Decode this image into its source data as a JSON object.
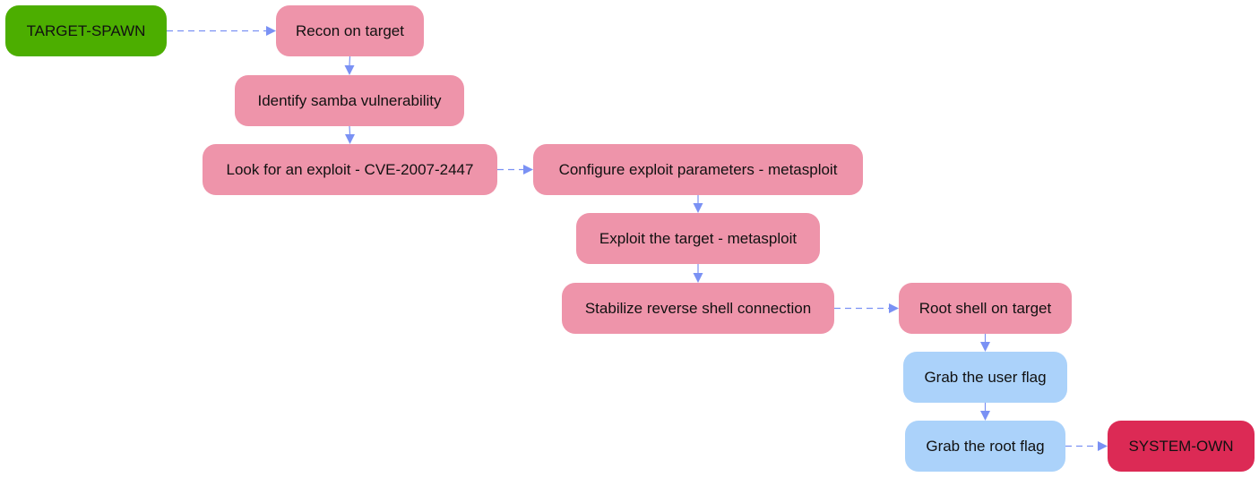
{
  "diagram": {
    "colors": {
      "start": "#4cae00",
      "step": "#ee94aa",
      "flag": "#abd2fa",
      "end": "#dc2a55",
      "edge": "#7a91f4"
    },
    "nodes": [
      {
        "id": "target-spawn",
        "label": "TARGET-SPAWN",
        "kind": "start"
      },
      {
        "id": "recon",
        "label": "Recon on target",
        "kind": "step"
      },
      {
        "id": "identify-samba",
        "label": "Identify samba vulnerability",
        "kind": "step"
      },
      {
        "id": "look-exploit",
        "label": "Look for an exploit - CVE-2007-2447",
        "kind": "step"
      },
      {
        "id": "configure-exploit",
        "label": "Configure exploit parameters - metasploit",
        "kind": "step"
      },
      {
        "id": "exploit-target",
        "label": "Exploit the target - metasploit",
        "kind": "step"
      },
      {
        "id": "stabilize-shell",
        "label": "Stabilize reverse shell connection",
        "kind": "step"
      },
      {
        "id": "root-shell",
        "label": "Root shell on target",
        "kind": "step"
      },
      {
        "id": "user-flag",
        "label": "Grab the user flag",
        "kind": "flag"
      },
      {
        "id": "root-flag",
        "label": "Grab the root flag",
        "kind": "flag"
      },
      {
        "id": "system-own",
        "label": "SYSTEM-OWN",
        "kind": "end"
      }
    ],
    "edges": [
      {
        "from": "target-spawn",
        "to": "recon",
        "style": "dashed"
      },
      {
        "from": "recon",
        "to": "identify-samba",
        "style": "solid"
      },
      {
        "from": "identify-samba",
        "to": "look-exploit",
        "style": "solid"
      },
      {
        "from": "look-exploit",
        "to": "configure-exploit",
        "style": "dashed"
      },
      {
        "from": "configure-exploit",
        "to": "exploit-target",
        "style": "solid"
      },
      {
        "from": "exploit-target",
        "to": "stabilize-shell",
        "style": "solid"
      },
      {
        "from": "stabilize-shell",
        "to": "root-shell",
        "style": "dashed"
      },
      {
        "from": "root-shell",
        "to": "user-flag",
        "style": "solid"
      },
      {
        "from": "user-flag",
        "to": "root-flag",
        "style": "solid"
      },
      {
        "from": "root-flag",
        "to": "system-own",
        "style": "dashed"
      }
    ]
  }
}
